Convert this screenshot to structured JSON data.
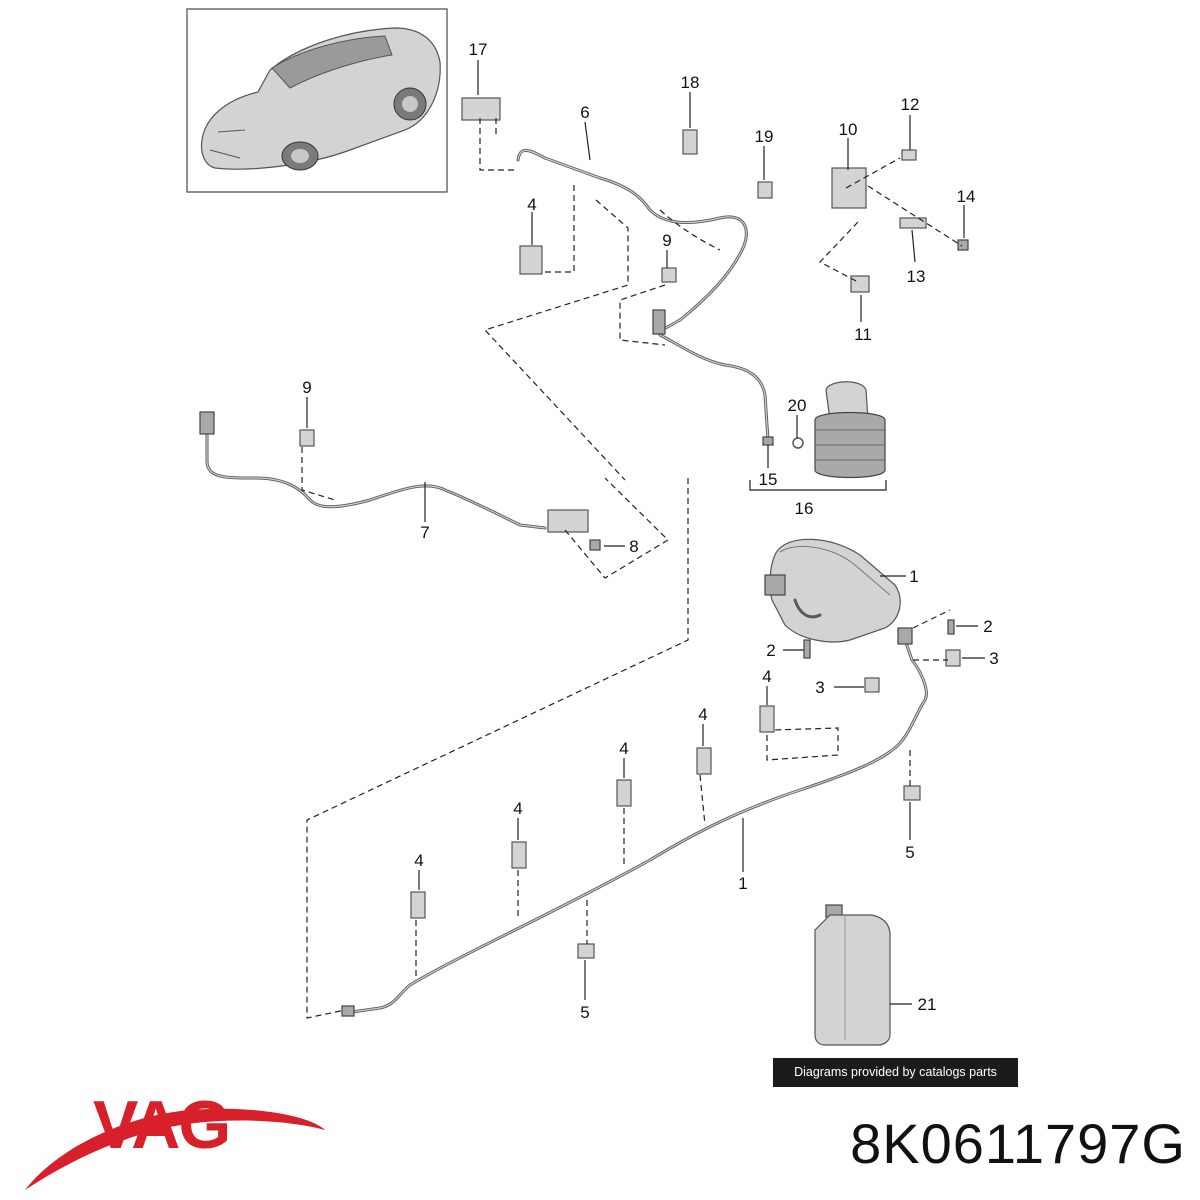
{
  "diagram": {
    "callouts": {
      "c17": "17",
      "c18": "18",
      "c6": "6",
      "c19": "19",
      "c10": "10",
      "c12": "12",
      "c14": "14",
      "c13": "13",
      "c4a": "4",
      "c9a": "9",
      "c11": "11",
      "c9b": "9",
      "c20": "20",
      "c15": "15",
      "c16": "16",
      "c7": "7",
      "c8": "8",
      "c1a": "1",
      "c2a": "2",
      "c2b": "2",
      "c3a": "3",
      "c3b": "3",
      "c4b": "4",
      "c4c": "4",
      "c4d": "4",
      "c4e": "4",
      "c4f": "4",
      "c5a": "5",
      "c1b": "1",
      "c5b": "5",
      "c21": "21"
    }
  },
  "banner": {
    "text": "Diagrams provided by catalogs parts"
  },
  "brand": {
    "logo_text": "VAG",
    "logo_color": "#d8202a"
  },
  "part_number": "8K0611797G"
}
